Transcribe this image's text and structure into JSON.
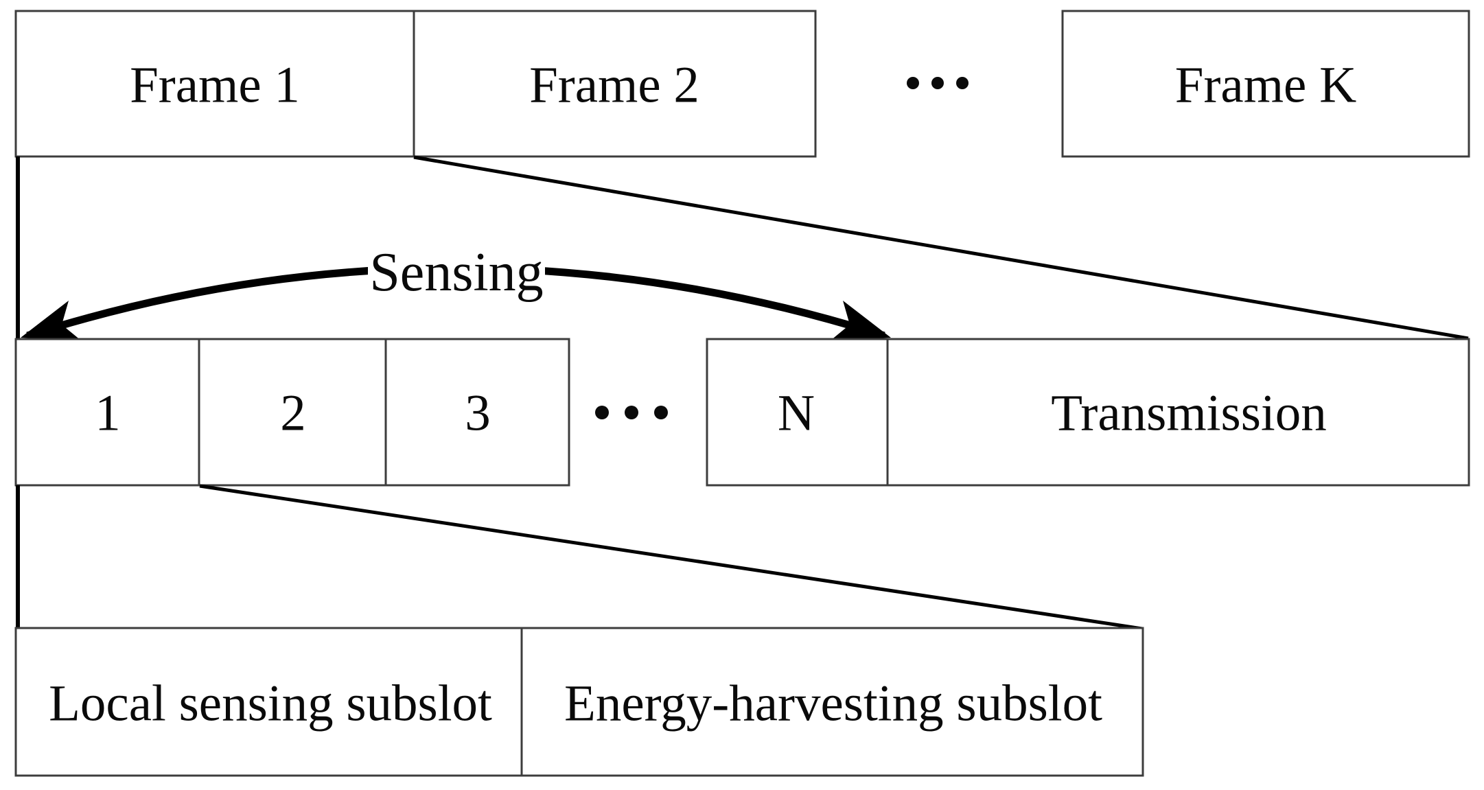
{
  "figure": {
    "description": "Frame structure diagram",
    "colors": {
      "background": "#ffffff",
      "line": "#000000",
      "box_border": "#3d3d3d",
      "text": "#0a0a0a"
    },
    "frame_row": {
      "frame1": "Frame 1",
      "frame2": "Frame 2",
      "ellipsis": "•••",
      "frameK": "Frame K"
    },
    "slot_row": {
      "slot1": "1",
      "slot2": "2",
      "slot3": "3",
      "ellipsis": "•••",
      "slotN": "N",
      "transmission": "Transmission"
    },
    "subslot_row": {
      "local_sensing": "Local sensing subslot",
      "energy_harvesting": "Energy-harvesting subslot"
    },
    "sensing_arrow_label": "Sensing"
  }
}
